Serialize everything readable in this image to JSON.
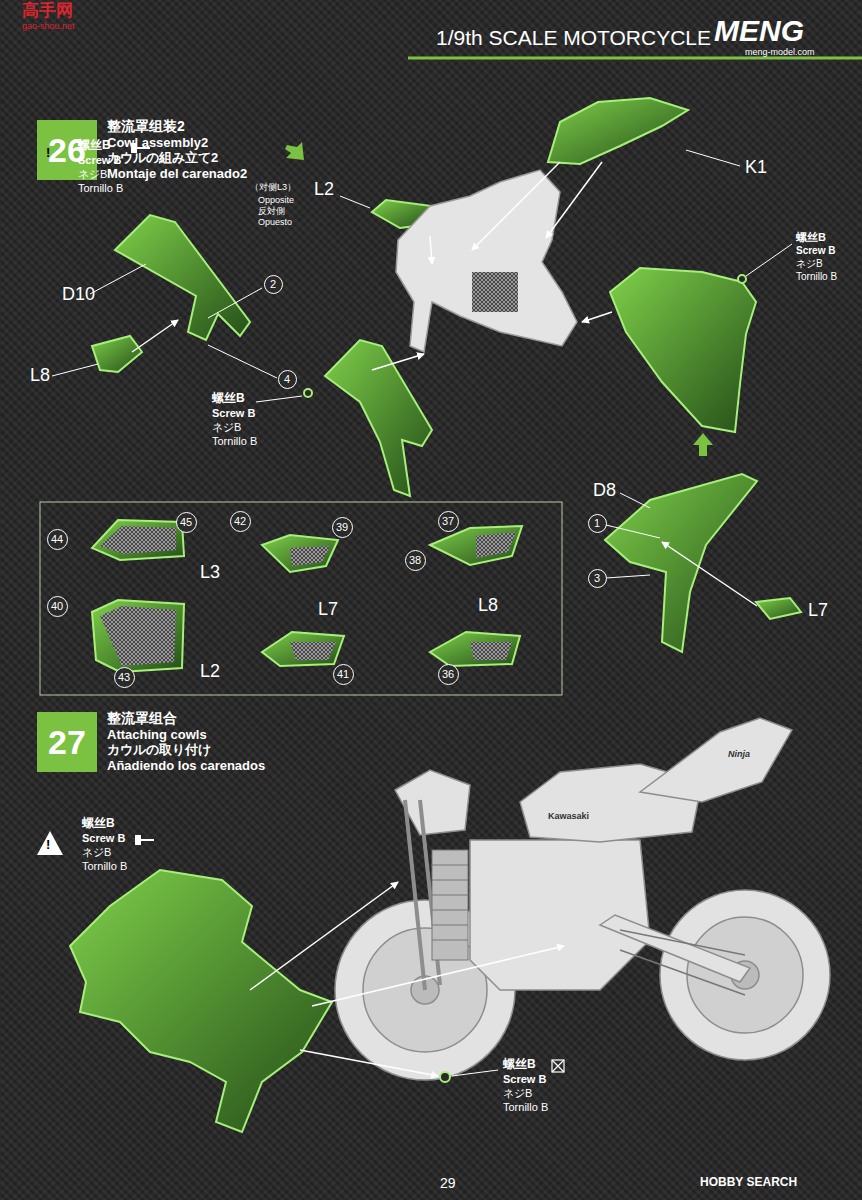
{
  "diagram": {
    "title": "1/9th SCALE MOTORCYCLE",
    "nodes": [
      {
        "text": [
          "26",
          "整流罩组装2",
          "Cowl assembly2",
          "カウルの組み立て2",
          "Montaje del carenado2"
        ]
      },
      {
        "text": [
          "2"
        ]
      },
      {
        "text": [
          "4"
        ]
      },
      {
        "text": [
          "1"
        ]
      },
      {
        "text": [
          "3"
        ]
      },
      {
        "text": [
          "44"
        ]
      },
      {
        "text": [
          "45"
        ]
      },
      {
        "text": [
          "42"
        ]
      },
      {
        "text": [
          "39"
        ]
      },
      {
        "text": [
          "37"
        ]
      },
      {
        "text": [
          "38"
        ]
      },
      {
        "text": [
          "40"
        ]
      },
      {
        "text": [
          "43"
        ]
      },
      {
        "text": [
          "41"
        ]
      },
      {
        "text": [
          "36"
        ]
      },
      {
        "text": [
          "27",
          "整流罩组合",
          "Attaching cowls",
          "カウルの取り付け",
          "Añadiendo los carenados"
        ]
      }
    ],
    "labels": [
      "高手网",
      "gao-shou.net",
      "MENG",
      "meng-model.com",
      "!",
      "螺丝B",
      "Screw B",
      "ネジB",
      "Tornillo B",
      "（对侧L3）",
      "Opposite",
      "反対側",
      "Opuesto",
      "L2",
      "K1",
      "螺丝B",
      "Screw B",
      "ネジB",
      "Tornillo B",
      "D10",
      "L8",
      "螺丝B",
      "Screw B",
      "ネジB",
      "Tornillo B",
      "D8",
      "L7",
      "L3",
      "L7",
      "L8",
      "L2",
      "!",
      "螺丝B",
      "Screw B",
      "ネジB",
      "Tornillo B",
      "Kawasaki",
      "Ninja",
      "螺丝B",
      "Screw B",
      "ネジB",
      "Tornillo B",
      "29",
      "HOBBY SEARCH"
    ]
  }
}
